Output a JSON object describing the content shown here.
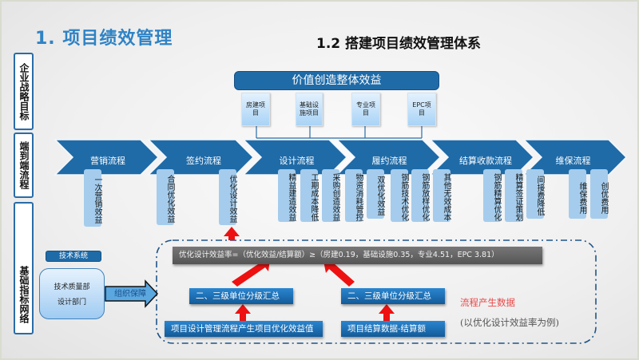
{
  "header": {
    "main_title": "1. 项目绩效管理",
    "sub_title": "1.2 搭建项目绩效管理体系"
  },
  "side_labels": [
    "企业战略目标",
    "端到端流程",
    "基础指标网络"
  ],
  "value_creation": {
    "title": "价值创造整体效益",
    "project_types": [
      "房建项目",
      "基础设施项目",
      "专业项目",
      "EPC项目"
    ]
  },
  "process_flow": [
    {
      "label": "营销流程",
      "items": [
        "一次营销效益"
      ]
    },
    {
      "label": "签约流程",
      "items": [
        "合同优化效益",
        "优化设计效益"
      ]
    },
    {
      "label": "设计流程",
      "items": [
        "精益建造效益",
        "工期成本降低",
        "采购创造效益"
      ]
    },
    {
      "label": "履约流程",
      "items": [
        "物资消耗管控",
        "双优化效益",
        "钢筋技术优化",
        "钢筋放样优化",
        "其他无效成本"
      ]
    },
    {
      "label": "结算收款流程",
      "items": [
        "钢筋精算优化",
        "精算签证策划",
        "间接费降低"
      ]
    },
    {
      "label": "维保流程",
      "items": [
        "维保费用",
        "创优费用"
      ]
    }
  ],
  "basis": {
    "tech_system": "技术系统",
    "dept_lines": [
      "技术质量部",
      "设计部门"
    ],
    "org_guarantee": "组织保障",
    "formula": "优化设计效益率=（优化效益/结算额）≥（房建0.19，基础设施0.35，专业4.51，EPC 3.81）",
    "summary_left": "二、三级单位分级汇总",
    "summary_right": "二、三级单位分级汇总",
    "source_left": "项目设计管理流程产生项目优化效益值",
    "source_right": "项目结算数据-结算额",
    "note_red": "流程产生数据",
    "note_gray": "(以优化设计效益率为例)"
  },
  "colors": {
    "title_blue": "#2f83c5",
    "chevron_blue": "#1f6ba8",
    "sub_box_blue": "#a5ccec",
    "arrow_red": "#ee1111",
    "note_red": "#e84848",
    "dashed_border": "#1f5588"
  }
}
